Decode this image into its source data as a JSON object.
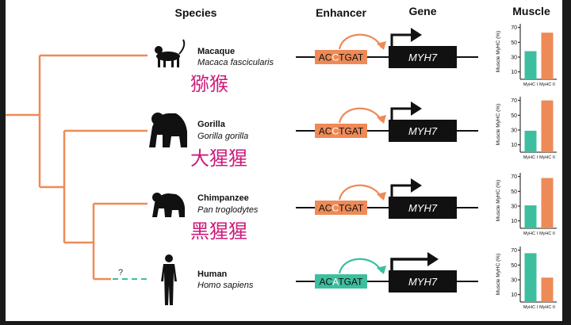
{
  "headers": {
    "species": "Species",
    "enhancer": "Enhancer",
    "gene": "Gene",
    "muscle": "Muscle"
  },
  "colors": {
    "orange": "#ee8a57",
    "teal": "#3dbf9f",
    "magenta": "#cc1a7a",
    "black": "#111111"
  },
  "tree": {
    "unknown_label": "?"
  },
  "rows": [
    {
      "common": "Macaque",
      "latin": "Macaca fascicularis",
      "chinese": "猕猴",
      "enhancer": {
        "pre": "AC",
        "mid": "C",
        "post": "TGAT",
        "color": "orange"
      },
      "gene": "MYH7",
      "icon": "macaque-silhouette-icon",
      "chart_data": {
        "type": "bar",
        "ylabel": "Muscle MyHC (%)",
        "ylim": [
          0,
          75
        ],
        "yticks": [
          10,
          30,
          50,
          70
        ],
        "categories": [
          "MyHC I",
          "MyHC II"
        ],
        "values": [
          38,
          63
        ],
        "colors": [
          "#3dbf9f",
          "#ee8a57"
        ]
      }
    },
    {
      "common": "Gorilla",
      "latin": "Gorilla gorilla",
      "chinese": "大猩猩",
      "enhancer": {
        "pre": "AC",
        "mid": "C",
        "post": "TGAT",
        "color": "orange"
      },
      "gene": "MYH7",
      "icon": "gorilla-silhouette-icon",
      "chart_data": {
        "type": "bar",
        "ylabel": "Muscle MyHC (%)",
        "ylim": [
          0,
          75
        ],
        "yticks": [
          10,
          30,
          50,
          70
        ],
        "categories": [
          "MyHC I",
          "MyHC II"
        ],
        "values": [
          29,
          70
        ],
        "colors": [
          "#3dbf9f",
          "#ee8a57"
        ]
      }
    },
    {
      "common": "Chimpanzee",
      "latin": "Pan troglodytes",
      "chinese": "黑猩猩",
      "enhancer": {
        "pre": "AC",
        "mid": "C",
        "post": "TGAT",
        "color": "orange"
      },
      "gene": "MYH7",
      "icon": "chimpanzee-silhouette-icon",
      "chart_data": {
        "type": "bar",
        "ylabel": "Muscle MyHC (%)",
        "ylim": [
          0,
          75
        ],
        "yticks": [
          10,
          30,
          50,
          70
        ],
        "categories": [
          "MyHC I",
          "MyHC II"
        ],
        "values": [
          31,
          68
        ],
        "colors": [
          "#3dbf9f",
          "#ee8a57"
        ]
      }
    },
    {
      "common": "Human",
      "latin": "Homo sapiens",
      "chinese": "",
      "enhancer": {
        "pre": "AC",
        "mid": "A",
        "post": "TGAT",
        "color": "teal"
      },
      "gene": "MYH7",
      "icon": "human-silhouette-icon",
      "chart_data": {
        "type": "bar",
        "ylabel": "Muscle MyHC (%)",
        "ylim": [
          0,
          75
        ],
        "yticks": [
          10,
          30,
          50,
          70
        ],
        "categories": [
          "MyHC I",
          "MyHC II"
        ],
        "values": [
          66,
          33
        ],
        "colors": [
          "#3dbf9f",
          "#ee8a57"
        ]
      }
    }
  ]
}
